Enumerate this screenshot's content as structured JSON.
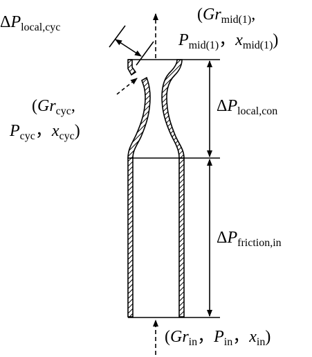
{
  "labels": {
    "dp_cyc": {
      "delta": "Δ",
      "main": "P",
      "sub": "local,cyc"
    },
    "mid1_line1": {
      "open": "(",
      "main": "Gr",
      "sub": "mid(1)",
      "sep": ","
    },
    "mid1_line2": {
      "main1": "P",
      "sub1": "mid(1)",
      "sep": "，",
      "main2": "x",
      "sub2": "mid(1)",
      "close": ")"
    },
    "cyc_line1": {
      "open": "(",
      "main": "Gr",
      "sub": "cyc",
      "sep": ","
    },
    "cyc_line2": {
      "main1": "P",
      "sub1": "cyc",
      "sep": "，",
      "main2": "x",
      "sub2": "cyc",
      "close": ")"
    },
    "dp_con": {
      "delta": "Δ",
      "main": "P",
      "sub": "local,con"
    },
    "dp_fric": {
      "delta": "Δ",
      "main": "P",
      "sub": "friction,in"
    },
    "inlet": {
      "open": "(",
      "main1": "Gr",
      "sub1": "in",
      "sep1": "，",
      "main2": "P",
      "sub2": "in",
      "sep2": "，",
      "main3": "x",
      "sub3": "in",
      "close": ")"
    }
  }
}
